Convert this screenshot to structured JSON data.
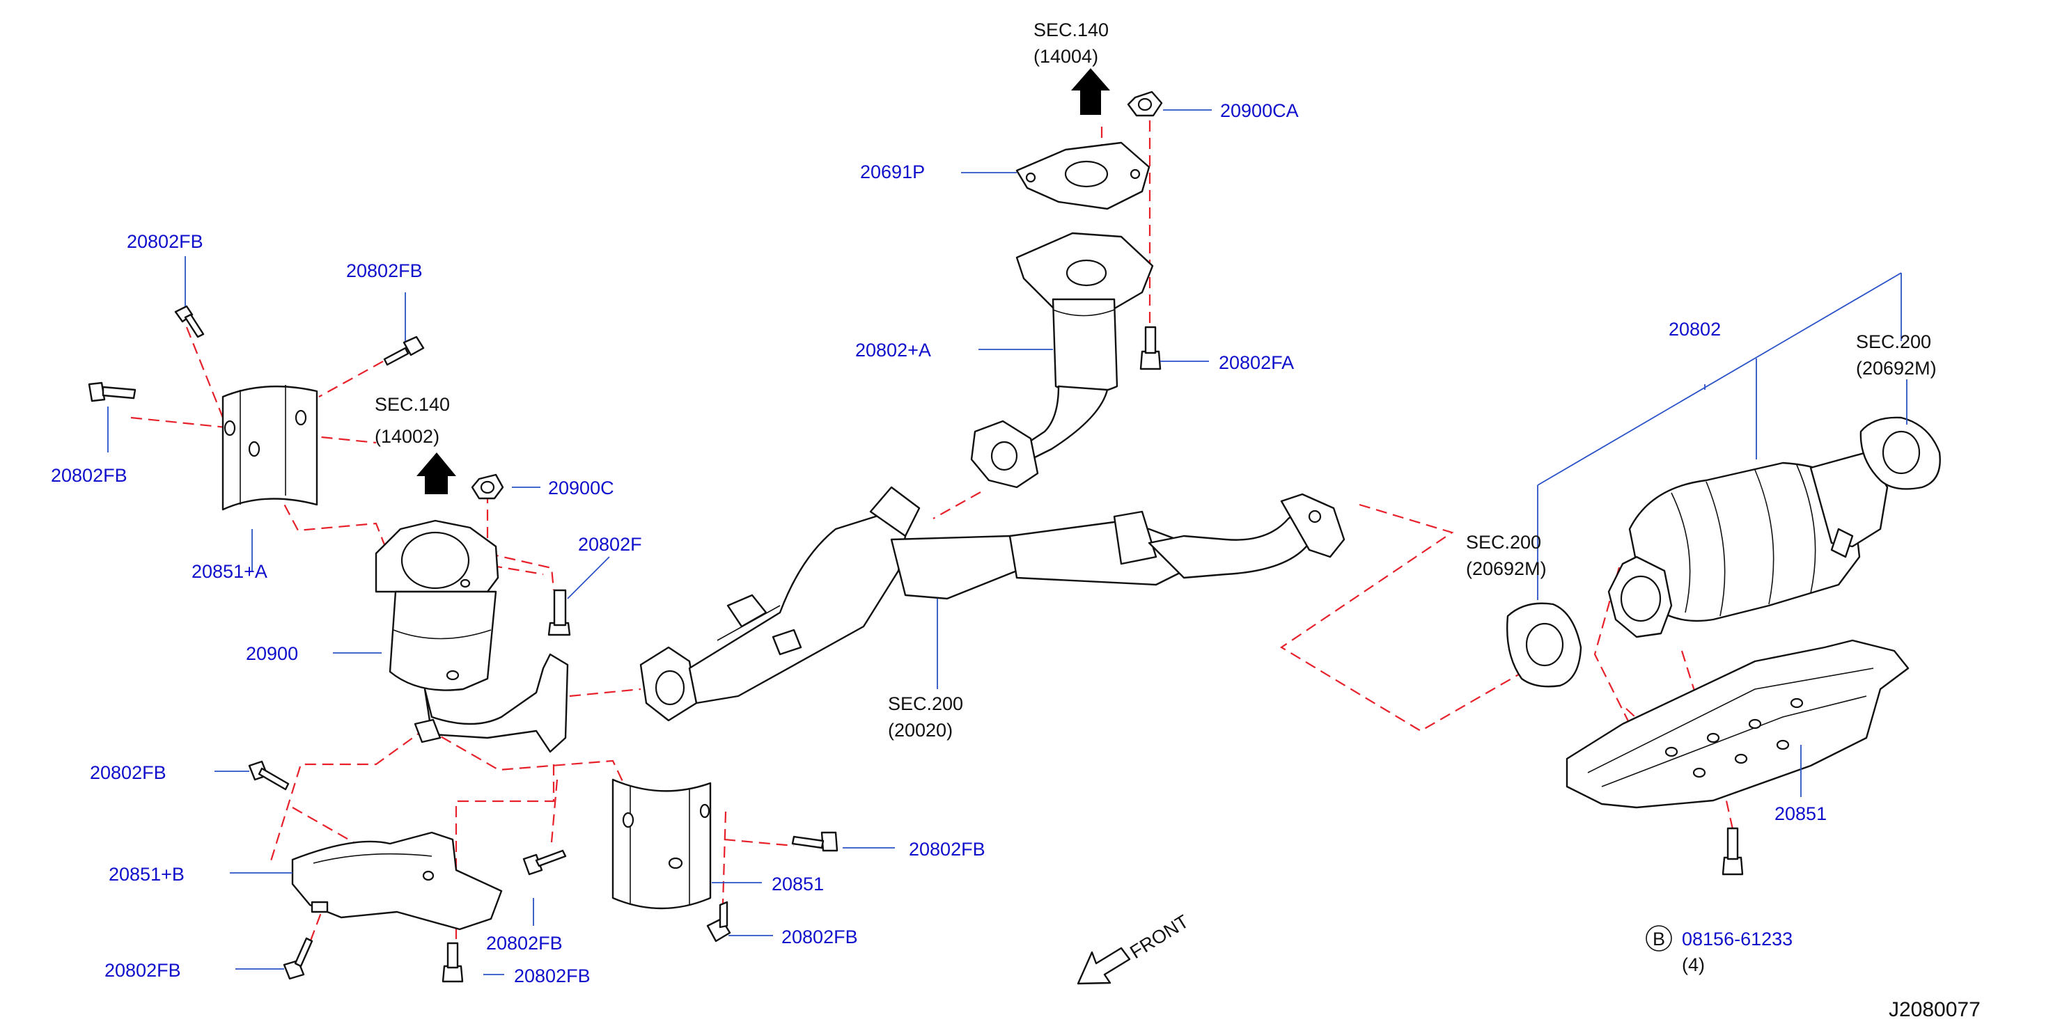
{
  "diagram_id": "J2080077",
  "front_label": "FRONT",
  "colors": {
    "part_number": "#1010cc",
    "leader_line": "#2a52c8",
    "assembly_dash": "#e8202a",
    "outline": "#111111"
  },
  "sections": [
    {
      "line1": "SEC.140",
      "line2": "(14004)"
    },
    {
      "line1": "SEC.140",
      "line2": "(14002)"
    },
    {
      "line1": "SEC.200",
      "line2": "(20020)"
    },
    {
      "line1": "SEC.200",
      "line2": "(20692M)"
    },
    {
      "line1": "SEC.200",
      "line2": "(20692M)"
    }
  ],
  "part_numbers": [
    "20802FB",
    "20802FB",
    "20802FB",
    "20851+A",
    "20900C",
    "20802F",
    "20900",
    "20802FB",
    "20851+B",
    "20802FB",
    "20802FB",
    "20802FB",
    "20851",
    "20802FB",
    "20802FB",
    "20691P",
    "20900CA",
    "20802+A",
    "20802FA",
    "20802",
    "20851"
  ],
  "bolt_callout": {
    "marker": "B",
    "part_number": "08156-61233",
    "quantity": "(4)"
  }
}
